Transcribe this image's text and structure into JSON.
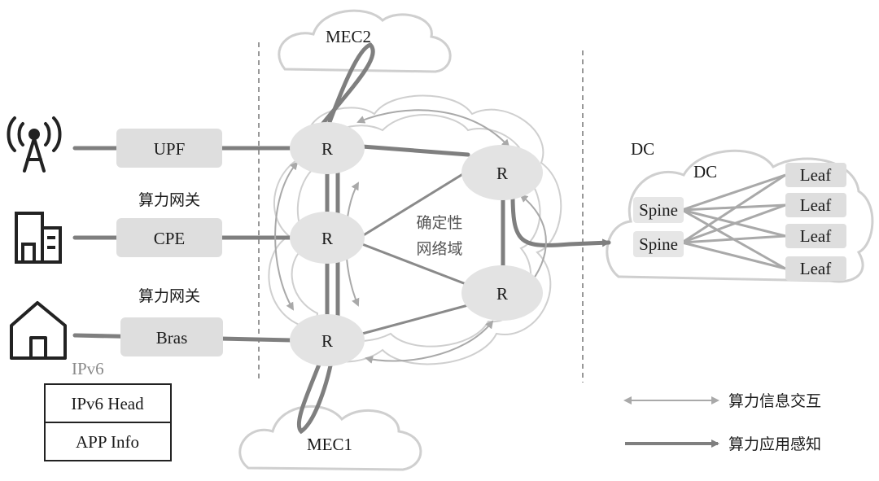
{
  "left": {
    "upf": "UPF",
    "cpe_caption": "算力网关",
    "cpe": "CPE",
    "bras_caption": "算力网关",
    "bras": "Bras",
    "ipv6_label": "IPv6",
    "packet": [
      "IPv6 Head",
      "APP Info"
    ]
  },
  "core": {
    "routers": [
      "R",
      "R",
      "R",
      "R",
      "R"
    ],
    "domain_line1": "确定性",
    "domain_line2": "网络域"
  },
  "mec": {
    "top": "MEC2",
    "bottom": "MEC1"
  },
  "dc": {
    "outer": "DC",
    "inner": "DC",
    "spines": [
      "Spine",
      "Spine"
    ],
    "leaves": [
      "Leaf",
      "Leaf",
      "Leaf",
      "Leaf"
    ]
  },
  "legend": {
    "double_arrow": "算力信息交互",
    "single_arrow": "算力应用感知"
  },
  "icons": [
    "cell-tower-icon",
    "building-icon",
    "house-icon"
  ],
  "colors": {
    "node_fill": "#e3e3e3",
    "line_dark": "#7f7f7f",
    "line_light": "#a9a9a9",
    "cloud_stroke": "#cfcfcf",
    "leaf_fill": "#dedede"
  }
}
